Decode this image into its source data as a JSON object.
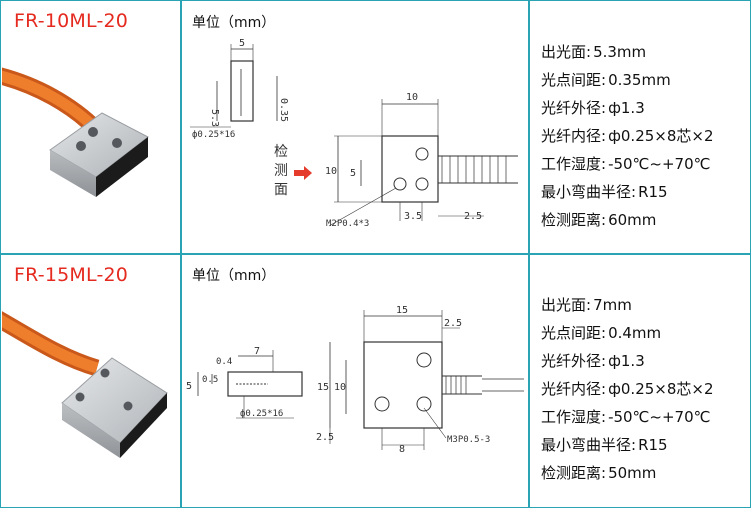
{
  "rows": [
    {
      "model": "FR-10ML-20",
      "unit_label": "单位（mm）",
      "specs": [
        {
          "label": "出光面:",
          "value": "5.3mm"
        },
        {
          "label": "光点间距:",
          "value": "0.35mm"
        },
        {
          "label": "光纤外径:",
          "value": "ф1.3"
        },
        {
          "label": "光纤内径:",
          "value": "ф0.25×8芯×2"
        },
        {
          "label": "工作湿度:",
          "value": "-50℃~+70℃"
        },
        {
          "label": "最小弯曲半径:",
          "value": "R15"
        },
        {
          "label": "检测距离:",
          "value": "60mm"
        }
      ],
      "drawing": {
        "dims": [
          "5",
          "5.3",
          "0.35",
          "ф0.25*16",
          "10",
          "10",
          "5",
          "3.5",
          "2.5",
          "M2P0.4*3"
        ],
        "detect_face": [
          "检",
          "测",
          "面"
        ]
      }
    },
    {
      "model": "FR-15ML-20",
      "unit_label": "单位（mm）",
      "specs": [
        {
          "label": "出光面:",
          "value": "7mm"
        },
        {
          "label": "光点间距:",
          "value": "0.4mm"
        },
        {
          "label": "光纤外径:",
          "value": "ф1.3"
        },
        {
          "label": "光纤内径:",
          "value": "ф0.25×8芯×2"
        },
        {
          "label": "工作湿度:",
          "value": "-50℃~+70℃"
        },
        {
          "label": "最小弯曲半径:",
          "value": "R15"
        },
        {
          "label": "检测距离:",
          "value": "50mm"
        }
      ],
      "drawing": {
        "dims": [
          "7",
          "0.4",
          "5",
          "0.5",
          "ф0.25*16",
          "15",
          "2.5",
          "15",
          "10",
          "2.5",
          "8",
          "M3P0.5-3"
        ]
      }
    }
  ],
  "colors": {
    "border": "#2aa3b5",
    "model_text": "#e52a20",
    "cable": "#e8731f",
    "arrow": "#e53b2c"
  }
}
